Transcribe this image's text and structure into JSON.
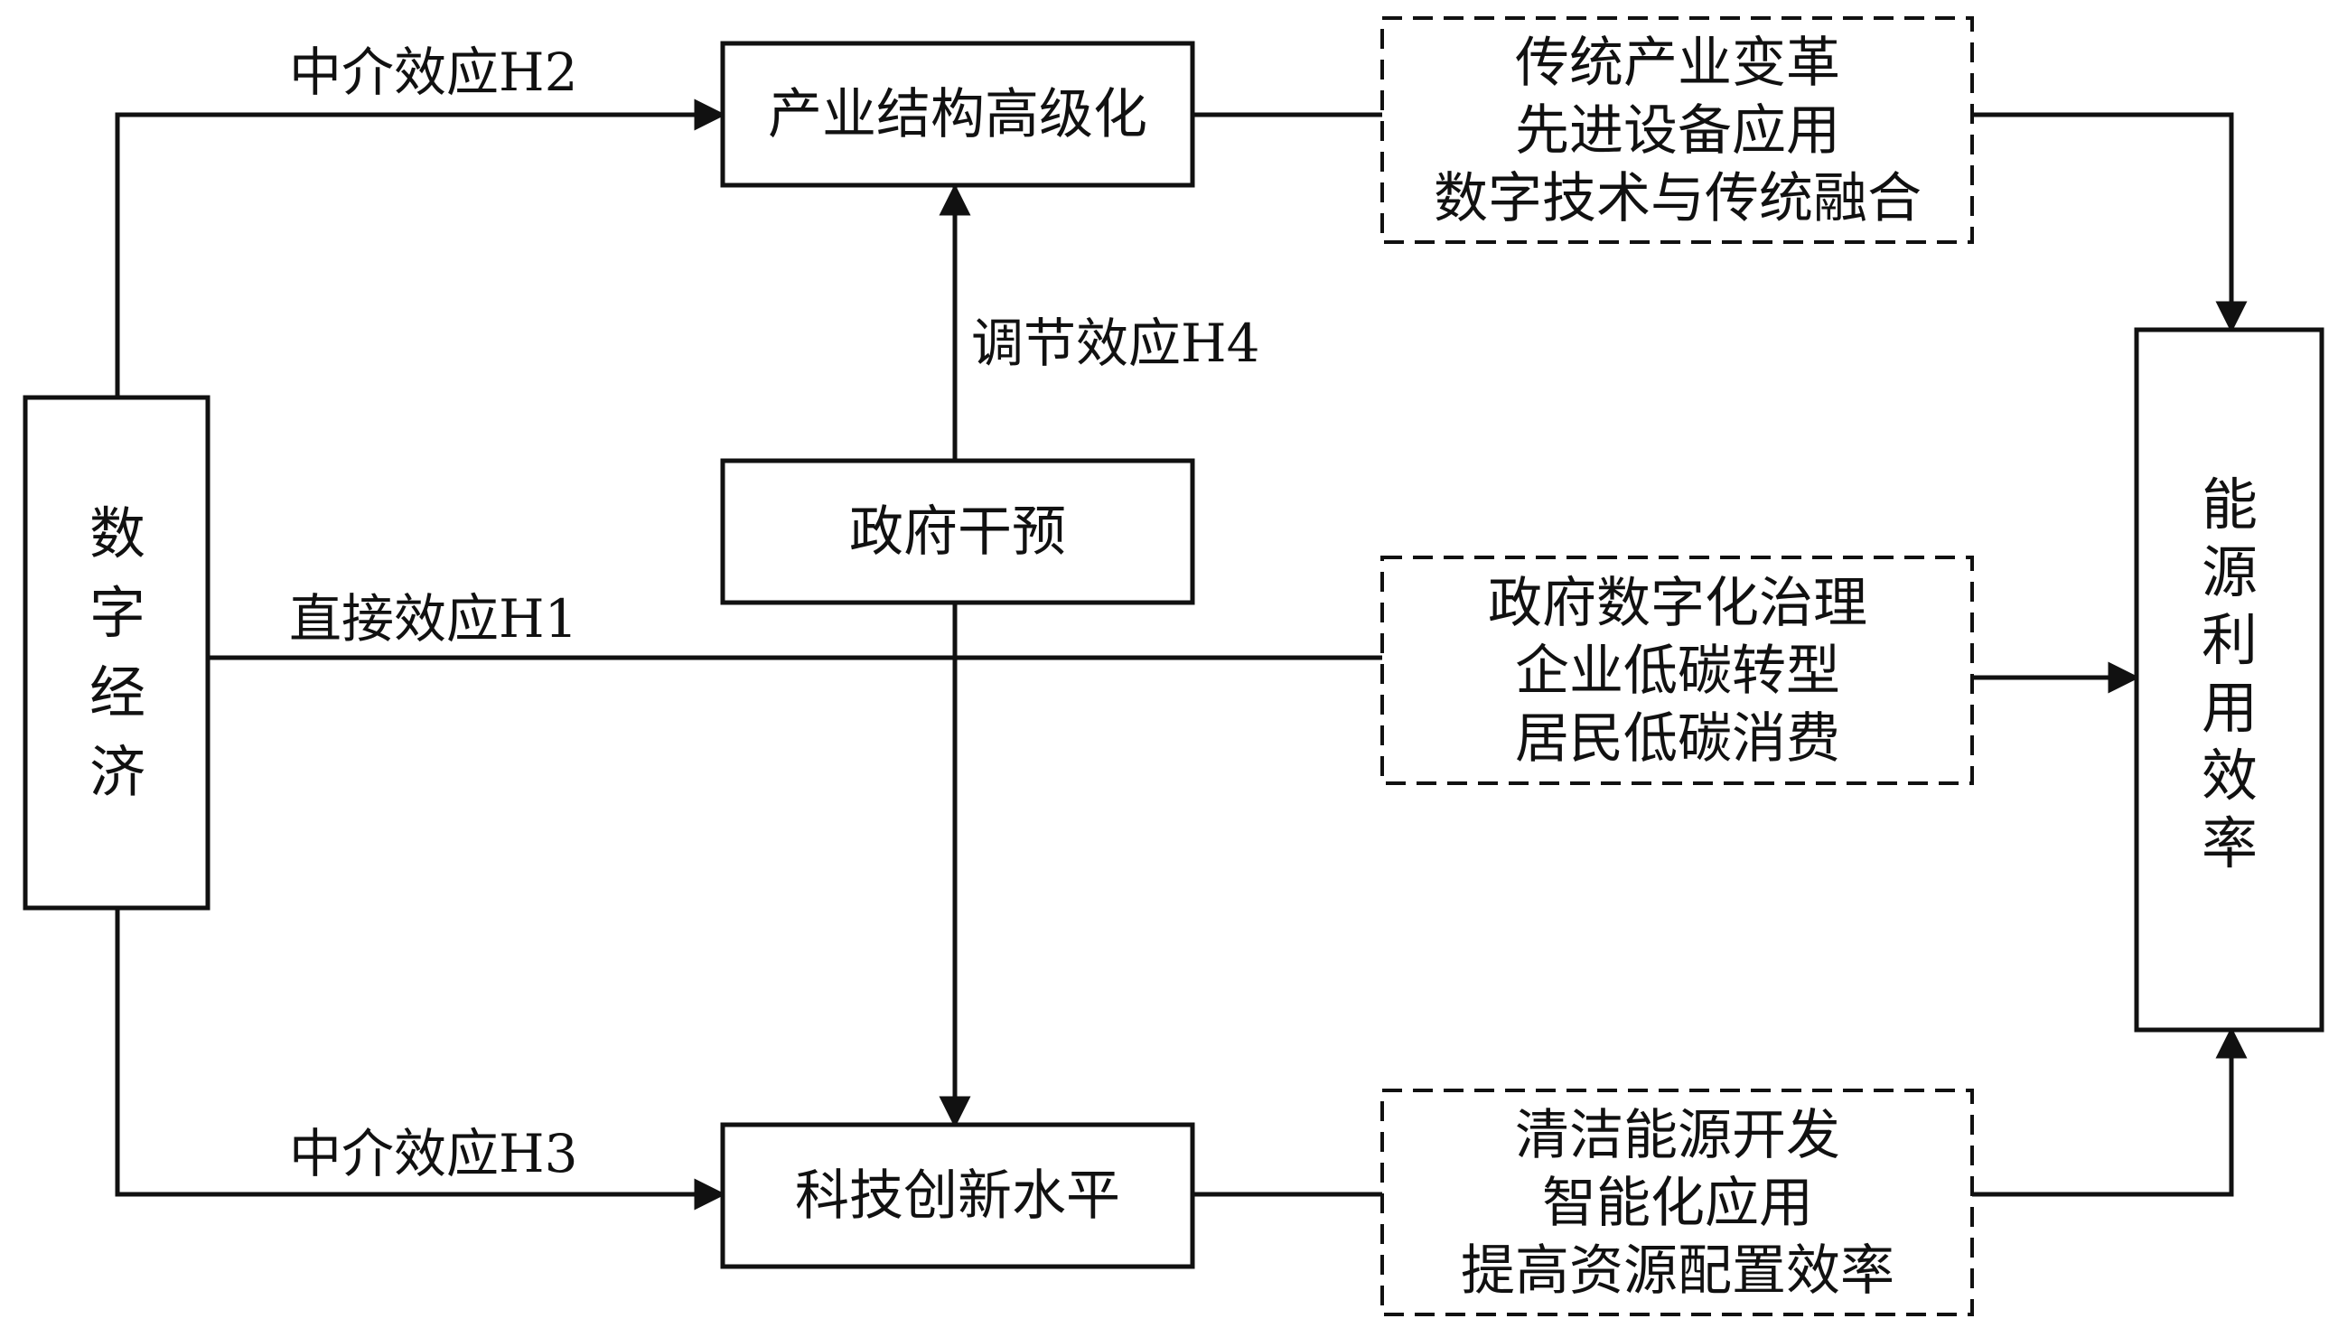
{
  "nodes": {
    "digital_economy": {
      "chars": [
        "数",
        "字",
        "经",
        "济"
      ]
    },
    "energy_efficiency": {
      "chars": [
        "能",
        "源",
        "利",
        "用",
        "效",
        "率"
      ]
    },
    "industrial_upgrade": {
      "label": "产业结构高级化"
    },
    "government_intervention": {
      "label": "政府干预"
    },
    "tech_innovation": {
      "label": "科技创新水平"
    },
    "upgrade_channels": {
      "lines": [
        "传统产业变革",
        "先进设备应用",
        "数字技术与传统融合"
      ]
    },
    "direct_channels": {
      "lines": [
        "政府数字化治理",
        "企业低碳转型",
        "居民低碳消费"
      ]
    },
    "innovation_channels": {
      "lines": [
        "清洁能源开发",
        "智能化应用",
        "提高资源配置效率"
      ]
    }
  },
  "edges": {
    "mediating_h2": "中介效应H2",
    "moderating_h4": "调节效应H4",
    "direct_h1": "直接效应H1",
    "mediating_h3": "中介效应H3"
  }
}
